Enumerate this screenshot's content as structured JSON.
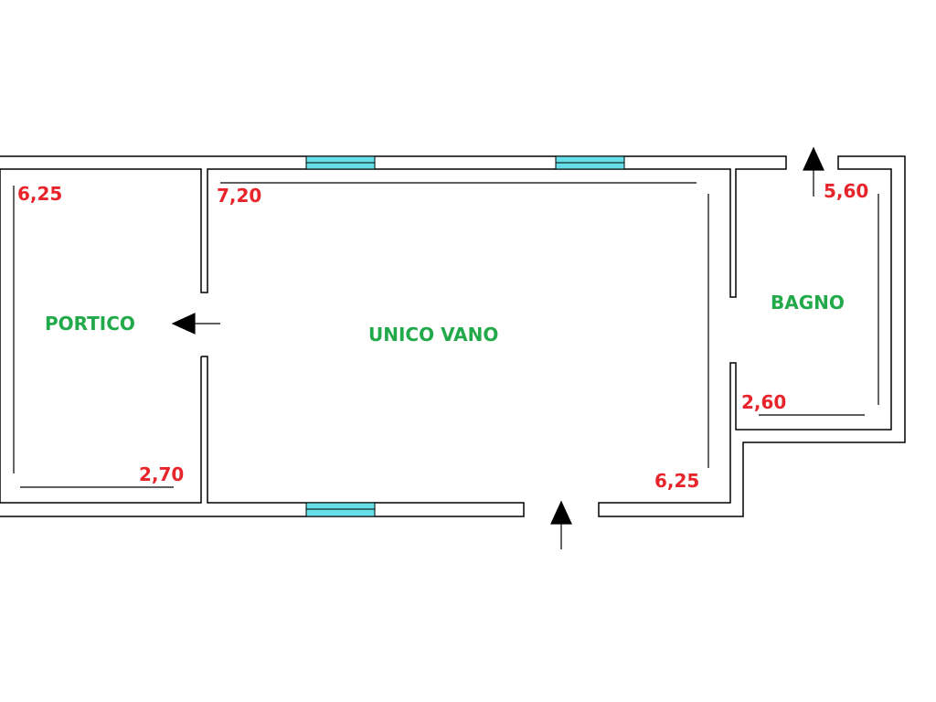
{
  "colors": {
    "wall": "#000000",
    "window_fill": "#66e0e8",
    "room_label": "#22a94a",
    "dimension_label": "#e8242b",
    "background": "#ffffff"
  },
  "rooms": {
    "portico": "PORTICO",
    "unico_vano": "UNICO VANO",
    "bagno": "BAGNO"
  },
  "dimensions": {
    "portico_height": "6,25",
    "portico_width": "2,70",
    "vano_width": "7,20",
    "vano_height": "6,25",
    "bagno_height": "5,60",
    "bagno_width": "2,60"
  }
}
